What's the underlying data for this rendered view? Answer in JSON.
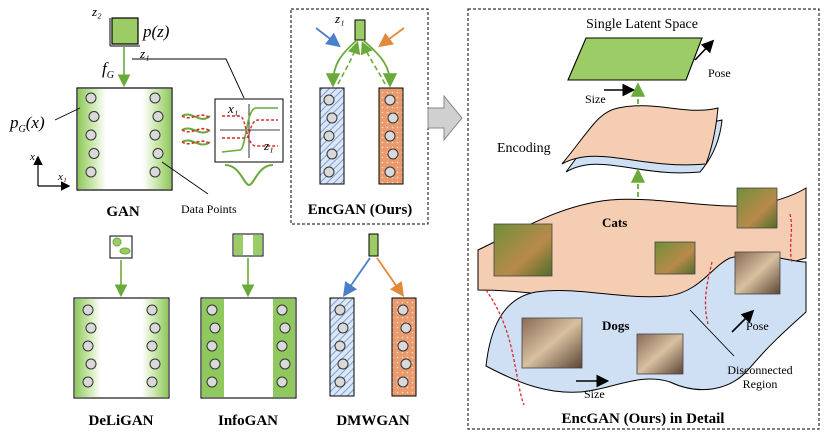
{
  "gan_panel": {
    "z2": "z₂",
    "pz": "p(z)",
    "z1": "z₁",
    "fG": "f",
    "fG_sub": "G",
    "pGx": "p",
    "pGx_sub": "G",
    "pGx_arg": "(x)",
    "x2": "x₂",
    "x1": "x₁",
    "inset_x1": "x₁",
    "inset_z1": "z₁",
    "data_points": "Data Points",
    "title": "GAN"
  },
  "encgan_box": {
    "z1": "z₁",
    "title": "EncGAN (Ours)"
  },
  "variants": [
    {
      "title": "DeLiGAN"
    },
    {
      "title": "InfoGAN"
    },
    {
      "title": "DMWGAN"
    }
  ],
  "detail_box": {
    "latent_title": "Single Latent Space",
    "pose_top": "Pose",
    "size_top": "Size",
    "encoding": "Encoding",
    "cats": "Cats",
    "dogs": "Dogs",
    "pose_bottom": "Pose",
    "size_bottom": "Size",
    "disconnected_line1": "Disconnected",
    "disconnected_line2": "Region",
    "title": "EncGAN (Ours) in Detail"
  },
  "colors": {
    "green": "#6aaa3a",
    "green_fill": "#9ccc65",
    "blue_arrow": "#4a7fc9",
    "orange_arrow": "#e08a3c",
    "blue_hatch": "#a9c2e6",
    "orange_dots": "#e8956a",
    "cat_manifold": "#f5cdb2",
    "dog_manifold": "#cfe0f4",
    "red_dashed": "#d62b2b"
  }
}
